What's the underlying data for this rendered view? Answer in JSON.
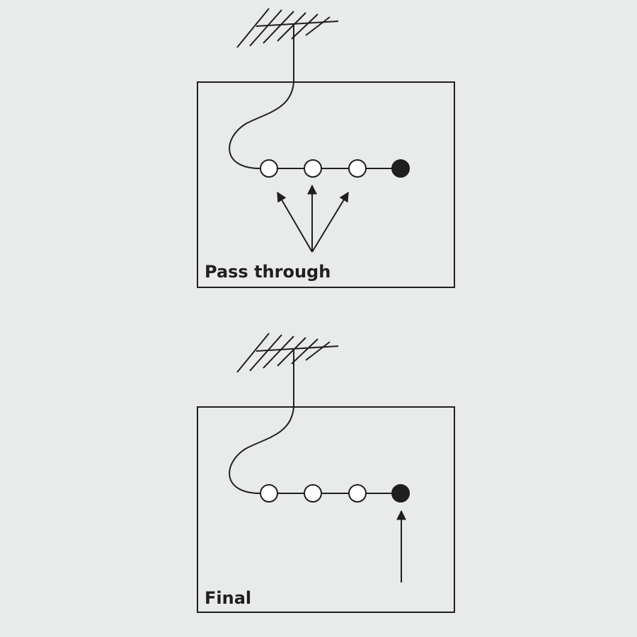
{
  "colors": {
    "background": "#e9ebeb",
    "stroke": "#1f1f1f",
    "open_node_fill": "#ffffff",
    "final_node_fill": "#1f1f1f"
  },
  "panels": [
    {
      "id": "pass-through",
      "label": "Pass through",
      "nodes": [
        {
          "state": "open"
        },
        {
          "state": "open"
        },
        {
          "state": "open"
        },
        {
          "state": "filled"
        }
      ],
      "arrows_target": "open-nodes"
    },
    {
      "id": "final",
      "label": "Final",
      "nodes": [
        {
          "state": "open"
        },
        {
          "state": "open"
        },
        {
          "state": "open"
        },
        {
          "state": "filled"
        }
      ],
      "arrows_target": "filled-node"
    }
  ]
}
